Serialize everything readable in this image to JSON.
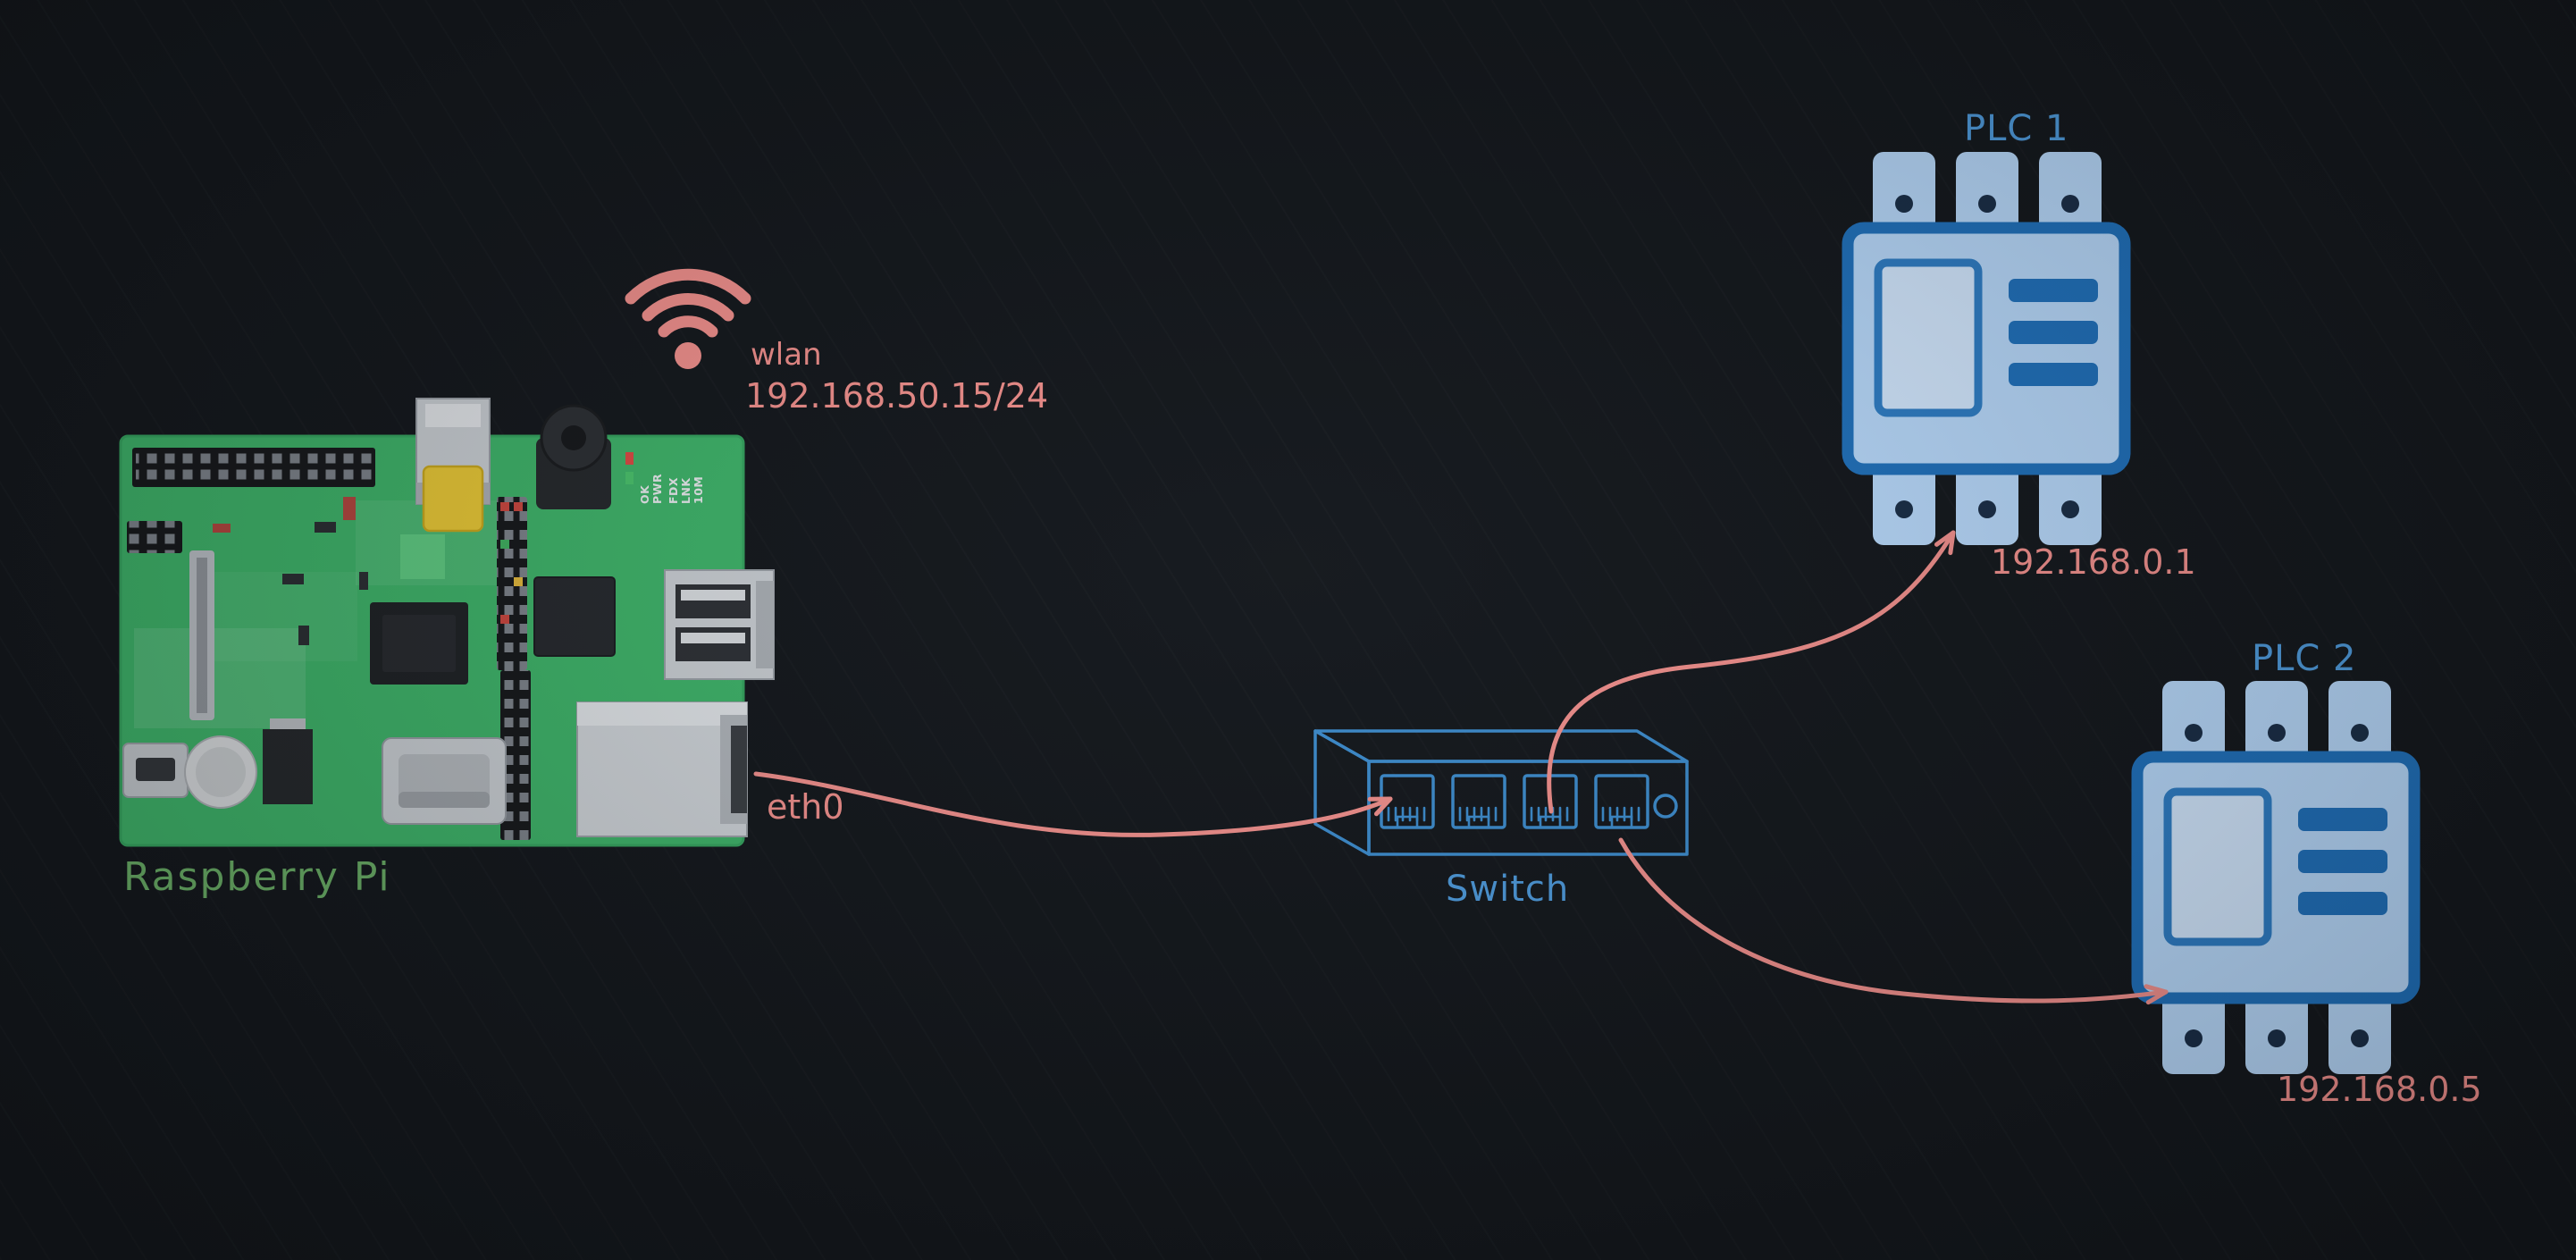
{
  "diagram": {
    "raspberry_pi": {
      "label": "Raspberry Pi"
    },
    "wlan": {
      "label": "wlan",
      "ip": "192.168.50.15/24"
    },
    "eth0": {
      "label": "eth0"
    },
    "switch": {
      "label": "Switch"
    },
    "plc1": {
      "label": "PLC 1",
      "ip": "192.168.0.1"
    },
    "plc2": {
      "label": "PLC 2",
      "ip": "192.168.0.5"
    },
    "pi_led_labels": [
      "OK",
      "PWR",
      "FDX",
      "LNK",
      "10M"
    ]
  },
  "colors": {
    "background": "#14181d",
    "wire": "#ef8f8c",
    "switch_blue": "#3d8ccd",
    "blue_label": "#4e9adb",
    "plc_outline": "#2070ba",
    "plc_fill": "#b5d6f8",
    "pcb_green": "#3eb269",
    "label_green": "#69ad66"
  }
}
